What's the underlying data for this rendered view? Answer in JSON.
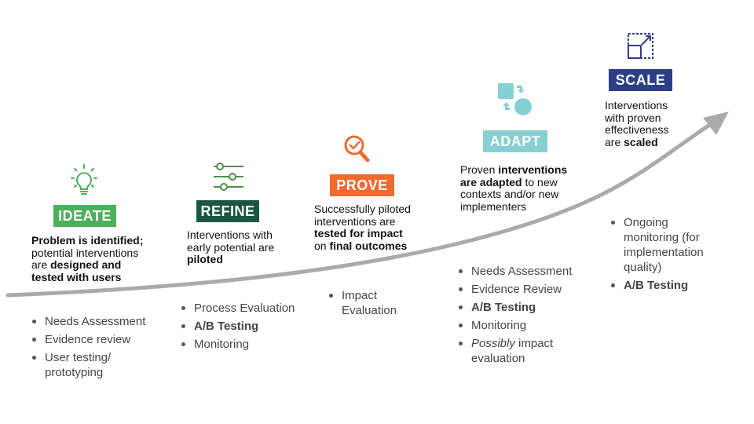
{
  "colors": {
    "ideate": "#4DAE5B",
    "refine": "#1D5640",
    "prove": "#F26A2D",
    "adapt": "#86CFD3",
    "scale": "#2C3F86",
    "arrow": "#AAAAAA"
  },
  "stages": [
    {
      "label": "IDEATE",
      "icon": "lightbulb-icon",
      "desc": [
        [
          {
            "t": "Problem is identified;",
            "b": true
          }
        ],
        [
          {
            "t": "potential interventions"
          }
        ],
        [
          {
            "t": "are "
          },
          {
            "t": "designed and",
            "b": true
          }
        ],
        [
          {
            "t": "tested with users",
            "b": true
          }
        ]
      ],
      "bullets": [
        [
          "Needs Assessment"
        ],
        [
          "Evidence review"
        ],
        [
          "User testing/",
          "prototyping"
        ]
      ]
    },
    {
      "label": "REFINE",
      "icon": "sliders-icon",
      "desc": [
        [
          {
            "t": "Interventions with"
          }
        ],
        [
          {
            "t": "early potential are"
          }
        ],
        [
          {
            "t": "piloted",
            "b": true
          }
        ]
      ],
      "bullets": [
        [
          "Process Evaluation"
        ],
        [
          "A/B Testing"
        ],
        [
          "Monitoring"
        ]
      ]
    },
    {
      "label": "PROVE",
      "icon": "magnifier-check-icon",
      "desc": [
        [
          {
            "t": "Successfully piloted"
          }
        ],
        [
          {
            "t": "interventions are"
          }
        ],
        [
          {
            "t": "tested for impact",
            "b": true
          }
        ],
        [
          {
            "t": "on "
          },
          {
            "t": "final outcomes",
            "b": true
          }
        ]
      ],
      "bullets": [
        [
          "Impact",
          "Evaluation"
        ]
      ]
    },
    {
      "label": "ADAPT",
      "icon": "shapes-swap-icon",
      "desc": [
        [
          {
            "t": "Proven "
          },
          {
            "t": "interventions",
            "b": true
          }
        ],
        [
          {
            "t": "are adapted",
            "b": true
          },
          {
            "t": " to new"
          }
        ],
        [
          {
            "t": "contexts and/or new"
          }
        ],
        [
          {
            "t": "implementers"
          }
        ]
      ],
      "bullets": [
        [
          "Needs Assessment"
        ],
        [
          "Evidence Review"
        ],
        [
          "A/B Testing"
        ],
        [
          "Monitoring"
        ],
        [
          "Possibly",
          " impact",
          "evaluation"
        ]
      ]
    },
    {
      "label": "SCALE",
      "icon": "scale-up-icon",
      "desc": [
        [
          {
            "t": "Interventions"
          }
        ],
        [
          {
            "t": "with proven"
          }
        ],
        [
          {
            "t": "effectiveness"
          }
        ],
        [
          {
            "t": "are "
          },
          {
            "t": "scaled",
            "b": true
          }
        ]
      ],
      "bullets": [
        [
          "Ongoing",
          "monitoring (for",
          "implementation",
          "quality)"
        ],
        [
          "A/B Testing"
        ]
      ]
    }
  ]
}
